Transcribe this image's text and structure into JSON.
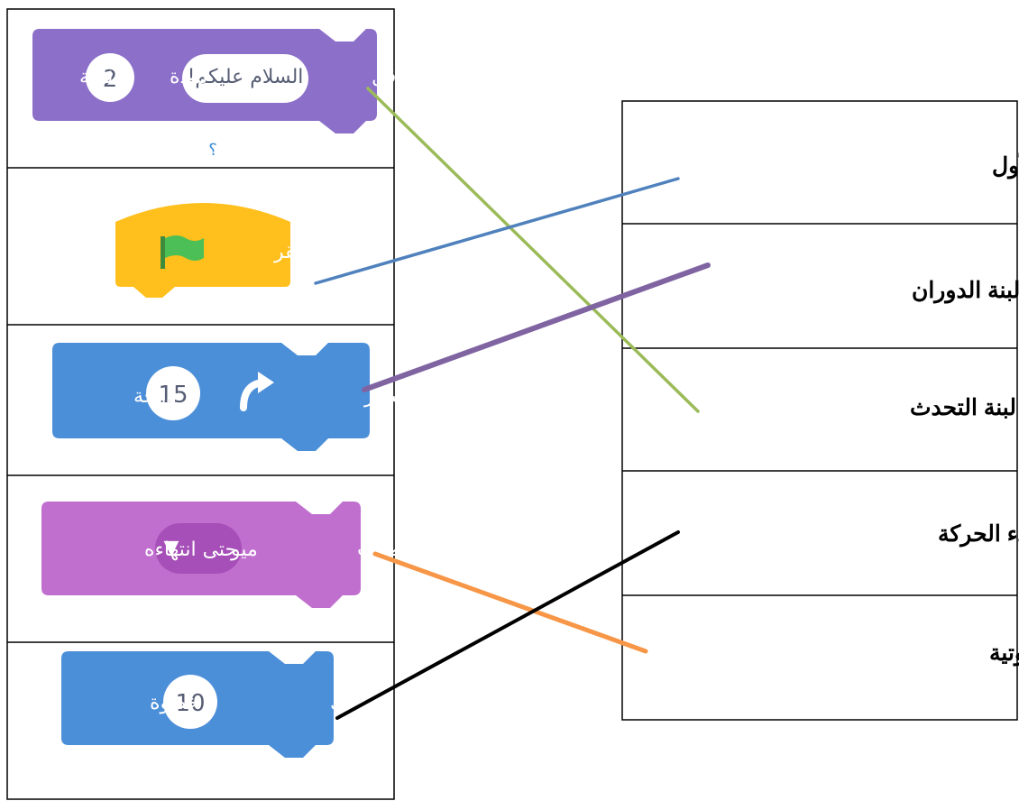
{
  "blocks": {
    "say": {
      "word_say": "قل",
      "bubble_text": "السلام عليكم!",
      "word_for": "لمدة",
      "seconds_value": "2",
      "word_seconds": "ثانية",
      "below_mark": "؟",
      "color": "#8c6fc9"
    },
    "flag": {
      "text": "عند نقر",
      "color": "#ffbf1c",
      "flag_color": "#4cbf56"
    },
    "turn": {
      "word_turn": "استدر",
      "degrees_value": "15",
      "word_degrees": "درجة",
      "color": "#4c8fd9"
    },
    "sound": {
      "word_play": "شغّل الصوت",
      "sound_name": "ميو",
      "dropdown_arrow": "▼",
      "word_until": "حتى انتهاءه",
      "color": "#c06fcf"
    },
    "move": {
      "word_move": "تحرك",
      "steps_value": "10",
      "word_steps": "خطوة",
      "color": "#4c8fd9"
    }
  },
  "labels": [
    "إنشاء برنامجك الأول",
    "لبنة الدوران",
    "لبنة التحدث",
    "لبنة بدء الحركة",
    "لبنة المؤثرات الصوتية"
  ],
  "connector_colors": {
    "green": "#9bbb59",
    "blue": "#4f81bd",
    "purple": "#8064a2",
    "orange": "#f79646",
    "black": "#000000"
  }
}
